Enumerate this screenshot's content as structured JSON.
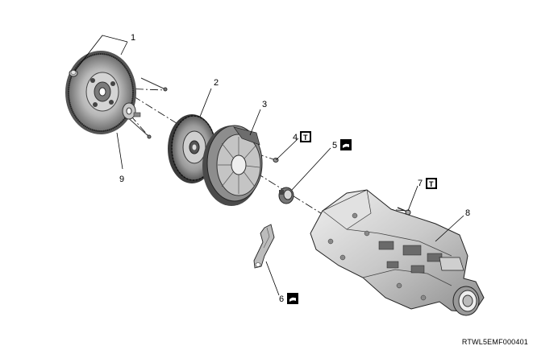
{
  "figure": {
    "reference_code": "RTWL5EMF000401",
    "callouts": [
      {
        "id": "1",
        "label": "1"
      },
      {
        "id": "2",
        "label": "2"
      },
      {
        "id": "3",
        "label": "3"
      },
      {
        "id": "4",
        "label": "4"
      },
      {
        "id": "5",
        "label": "5"
      },
      {
        "id": "6",
        "label": "6"
      },
      {
        "id": "7",
        "label": "7"
      },
      {
        "id": "8",
        "label": "8"
      },
      {
        "id": "9",
        "label": "9"
      }
    ],
    "badges": {
      "torque_letter": "T",
      "torque_icon": "torque-icon",
      "grease_icon": "grease-icon"
    }
  }
}
